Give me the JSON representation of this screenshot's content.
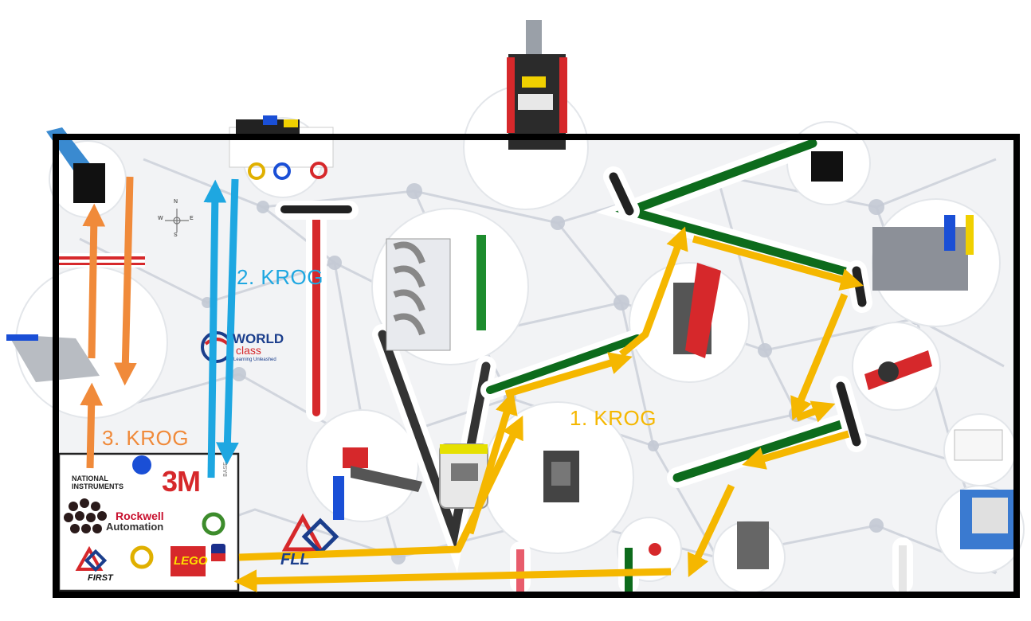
{
  "labels": {
    "loop1": "1. KROG",
    "loop2": "2. KROG",
    "loop3": "3. KROG"
  },
  "colors": {
    "loop1": "#f5b700",
    "loop2": "#1ea7e1",
    "loop3": "#f08a3a",
    "green_line": "#0d6b1c",
    "black_line": "#222222",
    "red_line": "#d6282b",
    "border": "#000000"
  },
  "base": {
    "sponsors": [
      "NATIONAL INSTRUMENTS",
      "3M",
      "Rockwell",
      "Automation",
      "FIRST",
      "LEGO"
    ],
    "base_text": "BASE"
  },
  "mat": {
    "world_class_top": "WORLD",
    "world_class_bottom": "class",
    "world_class_tag": "Learning Unleashed",
    "fll": "FLL",
    "compass": [
      "N",
      "E",
      "S",
      "W"
    ]
  }
}
